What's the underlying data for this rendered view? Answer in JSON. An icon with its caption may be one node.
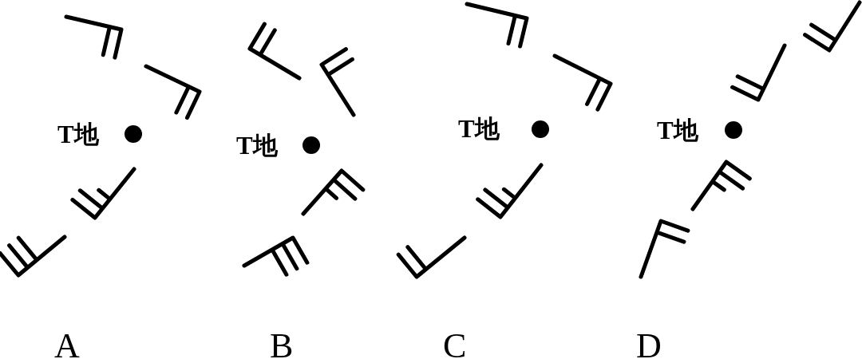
{
  "diagram": {
    "labels": [
      "T地",
      "T地",
      "T地",
      "T地",
      "A",
      "B",
      "C",
      "D"
    ]
  }
}
